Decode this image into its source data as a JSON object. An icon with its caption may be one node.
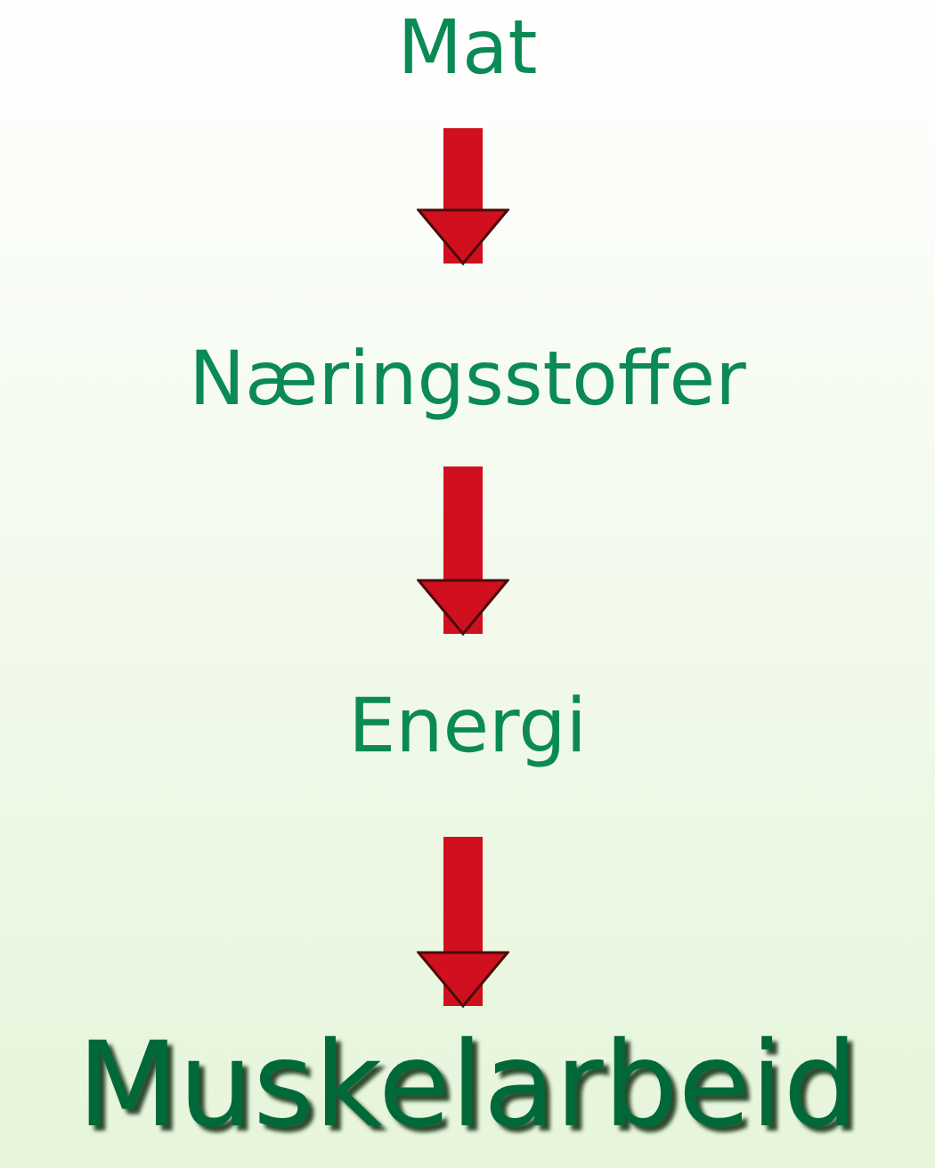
{
  "diagram": {
    "nodes": [
      {
        "text": [
          "Mat"
        ]
      },
      {
        "text": [
          "Næringsstoffer"
        ]
      },
      {
        "text": [
          "Energi"
        ]
      },
      {
        "text": [
          "Muskelarbeid"
        ]
      }
    ],
    "edges": [
      {
        "from": 0,
        "to": 1,
        "arrow": "to"
      },
      {
        "from": 1,
        "to": 2,
        "arrow": "to"
      },
      {
        "from": 2,
        "to": 3,
        "arrow": "to"
      }
    ]
  }
}
